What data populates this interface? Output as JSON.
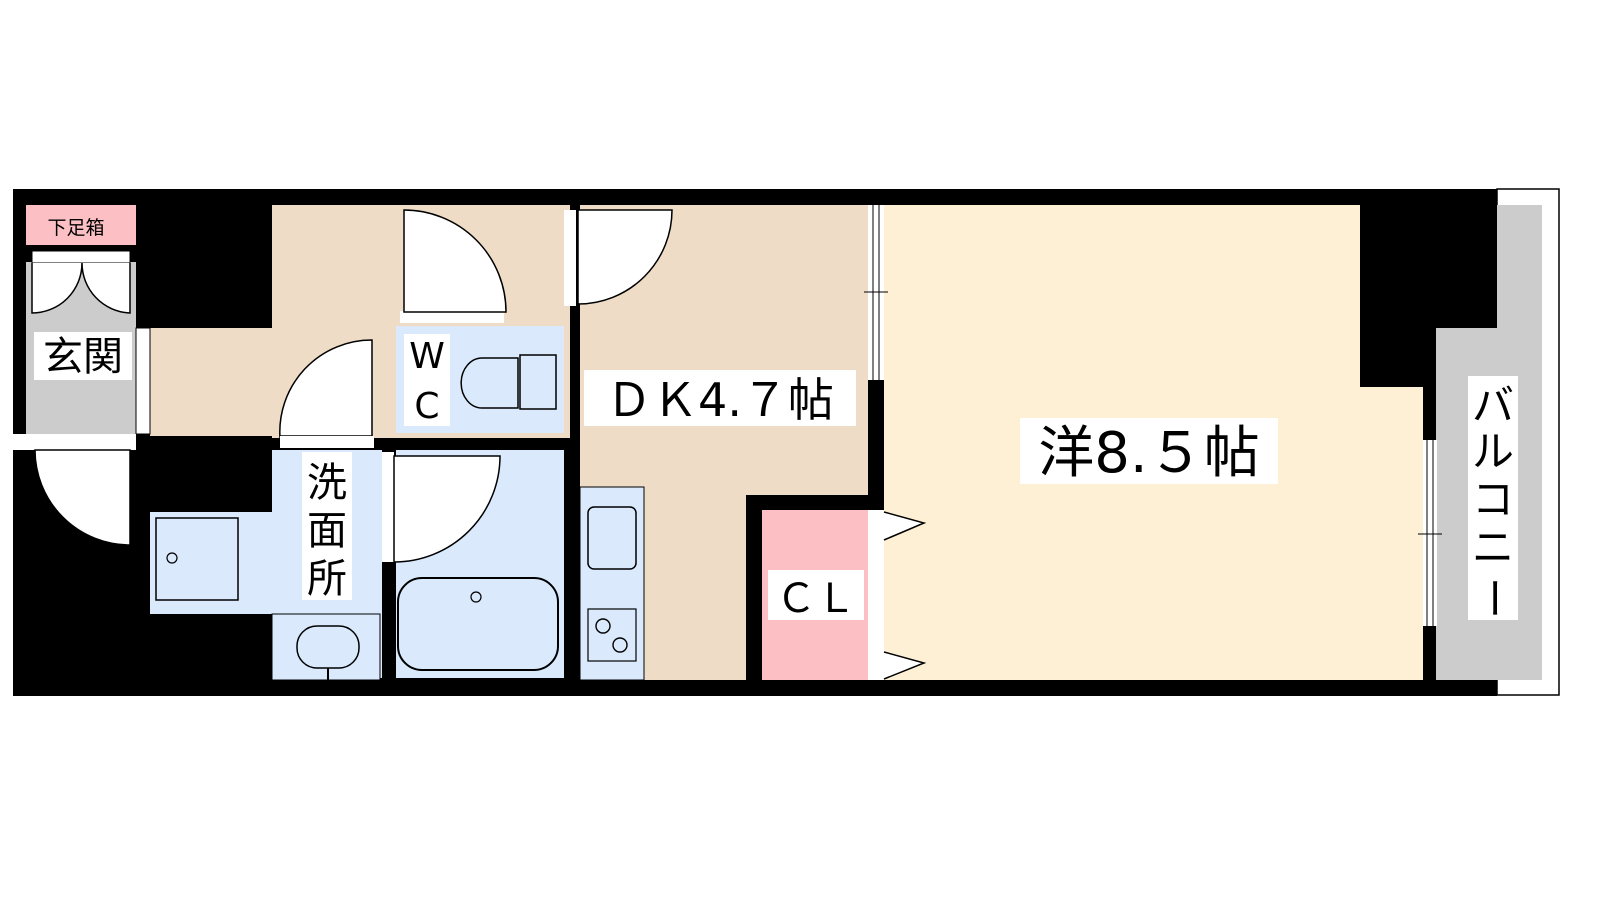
{
  "labels": {
    "genkan": "玄関",
    "getabako": "下足箱",
    "wc_w": "W",
    "wc_c": "C",
    "dk": "ＤＫ4.７帖",
    "western": "洋8.５帖",
    "senmen_1": "洗",
    "senmen_2": "面",
    "senmen_3": "所",
    "closet": "ＣＬ",
    "balcony_1": "バ",
    "balcony_2": "ル",
    "balcony_3": "コ",
    "balcony_4": "ニ",
    "balcony_5": "ー"
  },
  "colors": {
    "wall": "#000000",
    "dk_floor": "#efdcc6",
    "western_floor": "#fdf0d4",
    "wet_area": "#daeafc",
    "closet": "#fcc0c4",
    "getabako": "#fcc0c4",
    "genkan": "#cccccc",
    "balcony": "#cccccc"
  }
}
